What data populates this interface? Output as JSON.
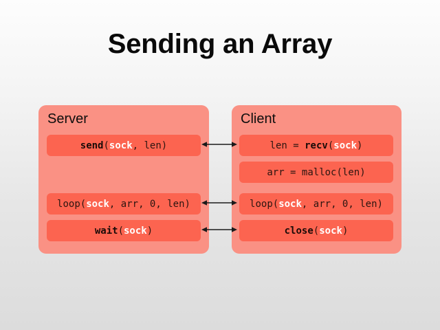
{
  "slide": {
    "title": "Sending an Array"
  },
  "panels": [
    {
      "id": "server",
      "title": "Server",
      "rows": [
        {
          "row": 1,
          "text": "send(sock, len)",
          "tokens": [
            {
              "t": "send",
              "style": "fn"
            },
            {
              "t": "(",
              "style": "plain"
            },
            {
              "t": "sock",
              "style": "sock"
            },
            {
              "t": ", len)",
              "style": "plain"
            }
          ]
        },
        {
          "row": 2,
          "text": "",
          "empty": true,
          "tokens": []
        },
        {
          "row": 3,
          "text": "loop(sock, arr, 0, len)",
          "tokens": [
            {
              "t": "loop(",
              "style": "plain"
            },
            {
              "t": "sock",
              "style": "sock"
            },
            {
              "t": ", arr, 0, len)",
              "style": "plain"
            }
          ]
        },
        {
          "row": 4,
          "text": "wait(sock)",
          "tokens": [
            {
              "t": "wait",
              "style": "fn"
            },
            {
              "t": "(",
              "style": "plain"
            },
            {
              "t": "sock",
              "style": "sock"
            },
            {
              "t": ")",
              "style": "plain"
            }
          ]
        }
      ]
    },
    {
      "id": "client",
      "title": "Client",
      "rows": [
        {
          "row": 1,
          "text": "len = recv(sock)",
          "tokens": [
            {
              "t": "len = ",
              "style": "plain"
            },
            {
              "t": "recv",
              "style": "fn"
            },
            {
              "t": "(",
              "style": "plain"
            },
            {
              "t": "sock",
              "style": "sock"
            },
            {
              "t": ")",
              "style": "plain"
            }
          ]
        },
        {
          "row": 2,
          "text": "arr = malloc(len)",
          "tokens": [
            {
              "t": "arr = malloc(len)",
              "style": "plain"
            }
          ]
        },
        {
          "row": 3,
          "text": "loop(sock, arr, 0, len)",
          "tokens": [
            {
              "t": "loop(",
              "style": "plain"
            },
            {
              "t": "sock",
              "style": "sock"
            },
            {
              "t": ", arr, 0, len)",
              "style": "plain"
            }
          ]
        },
        {
          "row": 4,
          "text": "close(sock)",
          "tokens": [
            {
              "t": "close",
              "style": "fn"
            },
            {
              "t": "(",
              "style": "plain"
            },
            {
              "t": "sock",
              "style": "sock"
            },
            {
              "t": ")",
              "style": "plain"
            }
          ]
        }
      ]
    }
  ],
  "connectors": [
    {
      "id": "connector-row-1",
      "rows": 1,
      "kind": "double-arrow"
    },
    {
      "id": "connector-row-3",
      "rows": 3,
      "kind": "double-arrow"
    },
    {
      "id": "connector-row-4",
      "rows": 4,
      "kind": "double-arrow"
    }
  ],
  "colors": {
    "panel_fill": "#fa9184",
    "card_fill": "#fc6450",
    "sock_text": "#ffffff",
    "code_text": "#2b1510",
    "title_text": "#0a0a0a",
    "arrow": "#1a1a1a",
    "background_top": "#fdfdfd",
    "background_bottom": "#dcdcdc"
  }
}
